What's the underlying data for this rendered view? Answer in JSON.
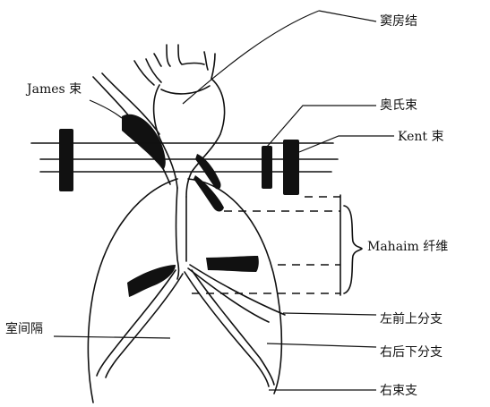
{
  "labels": {
    "sa_node": "窦房结",
    "james": "James 束",
    "aoshi": "奥氏束",
    "kent": "Kent 束",
    "mahaim": "Mahaim 纤维",
    "septum": "室间隔",
    "lafb": "左前上分支",
    "lpfb": "右后下分支",
    "rbb": "右束支"
  },
  "colors": {
    "ink": "#111111",
    "background": "#ffffff"
  }
}
